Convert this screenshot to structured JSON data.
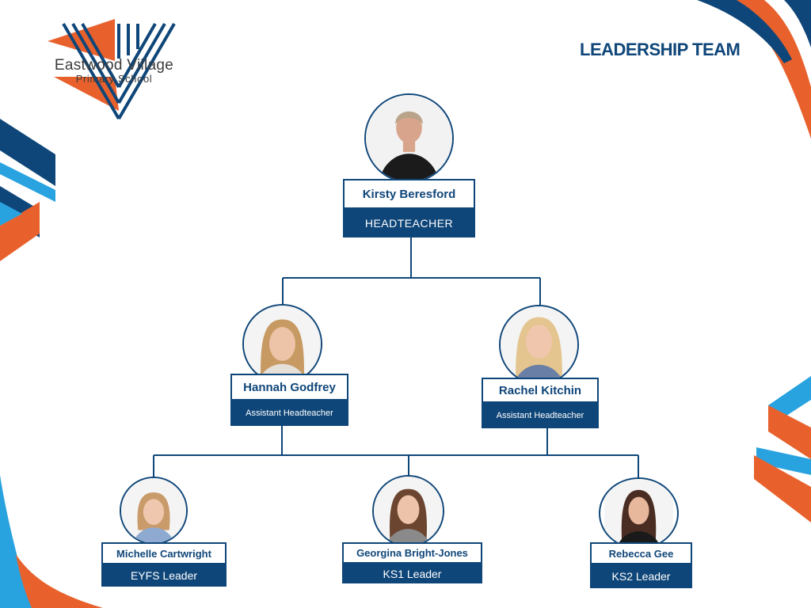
{
  "school": {
    "name": "Eastwood Village",
    "subtitle": "Primary School"
  },
  "page_title": "LEADERSHIP TEAM",
  "colors": {
    "navy": "#0f4679",
    "orange": "#e8612c",
    "light_blue": "#29a3e0"
  },
  "members": {
    "head": {
      "name": "Kirsty Beresford",
      "role": "HEADTEACHER"
    },
    "assistant_left": {
      "name": "Hannah Godfrey",
      "role": "Assistant Headteacher"
    },
    "assistant_right": {
      "name": "Rachel Kitchin",
      "role": "Assistant Headteacher"
    },
    "eyfs": {
      "name": "Michelle Cartwright",
      "role": "EYFS Leader"
    },
    "ks1": {
      "name": "Georgina Bright-Jones",
      "role": "KS1 Leader"
    },
    "ks2": {
      "name": "Rebecca Gee",
      "role": "KS2 Leader"
    }
  }
}
